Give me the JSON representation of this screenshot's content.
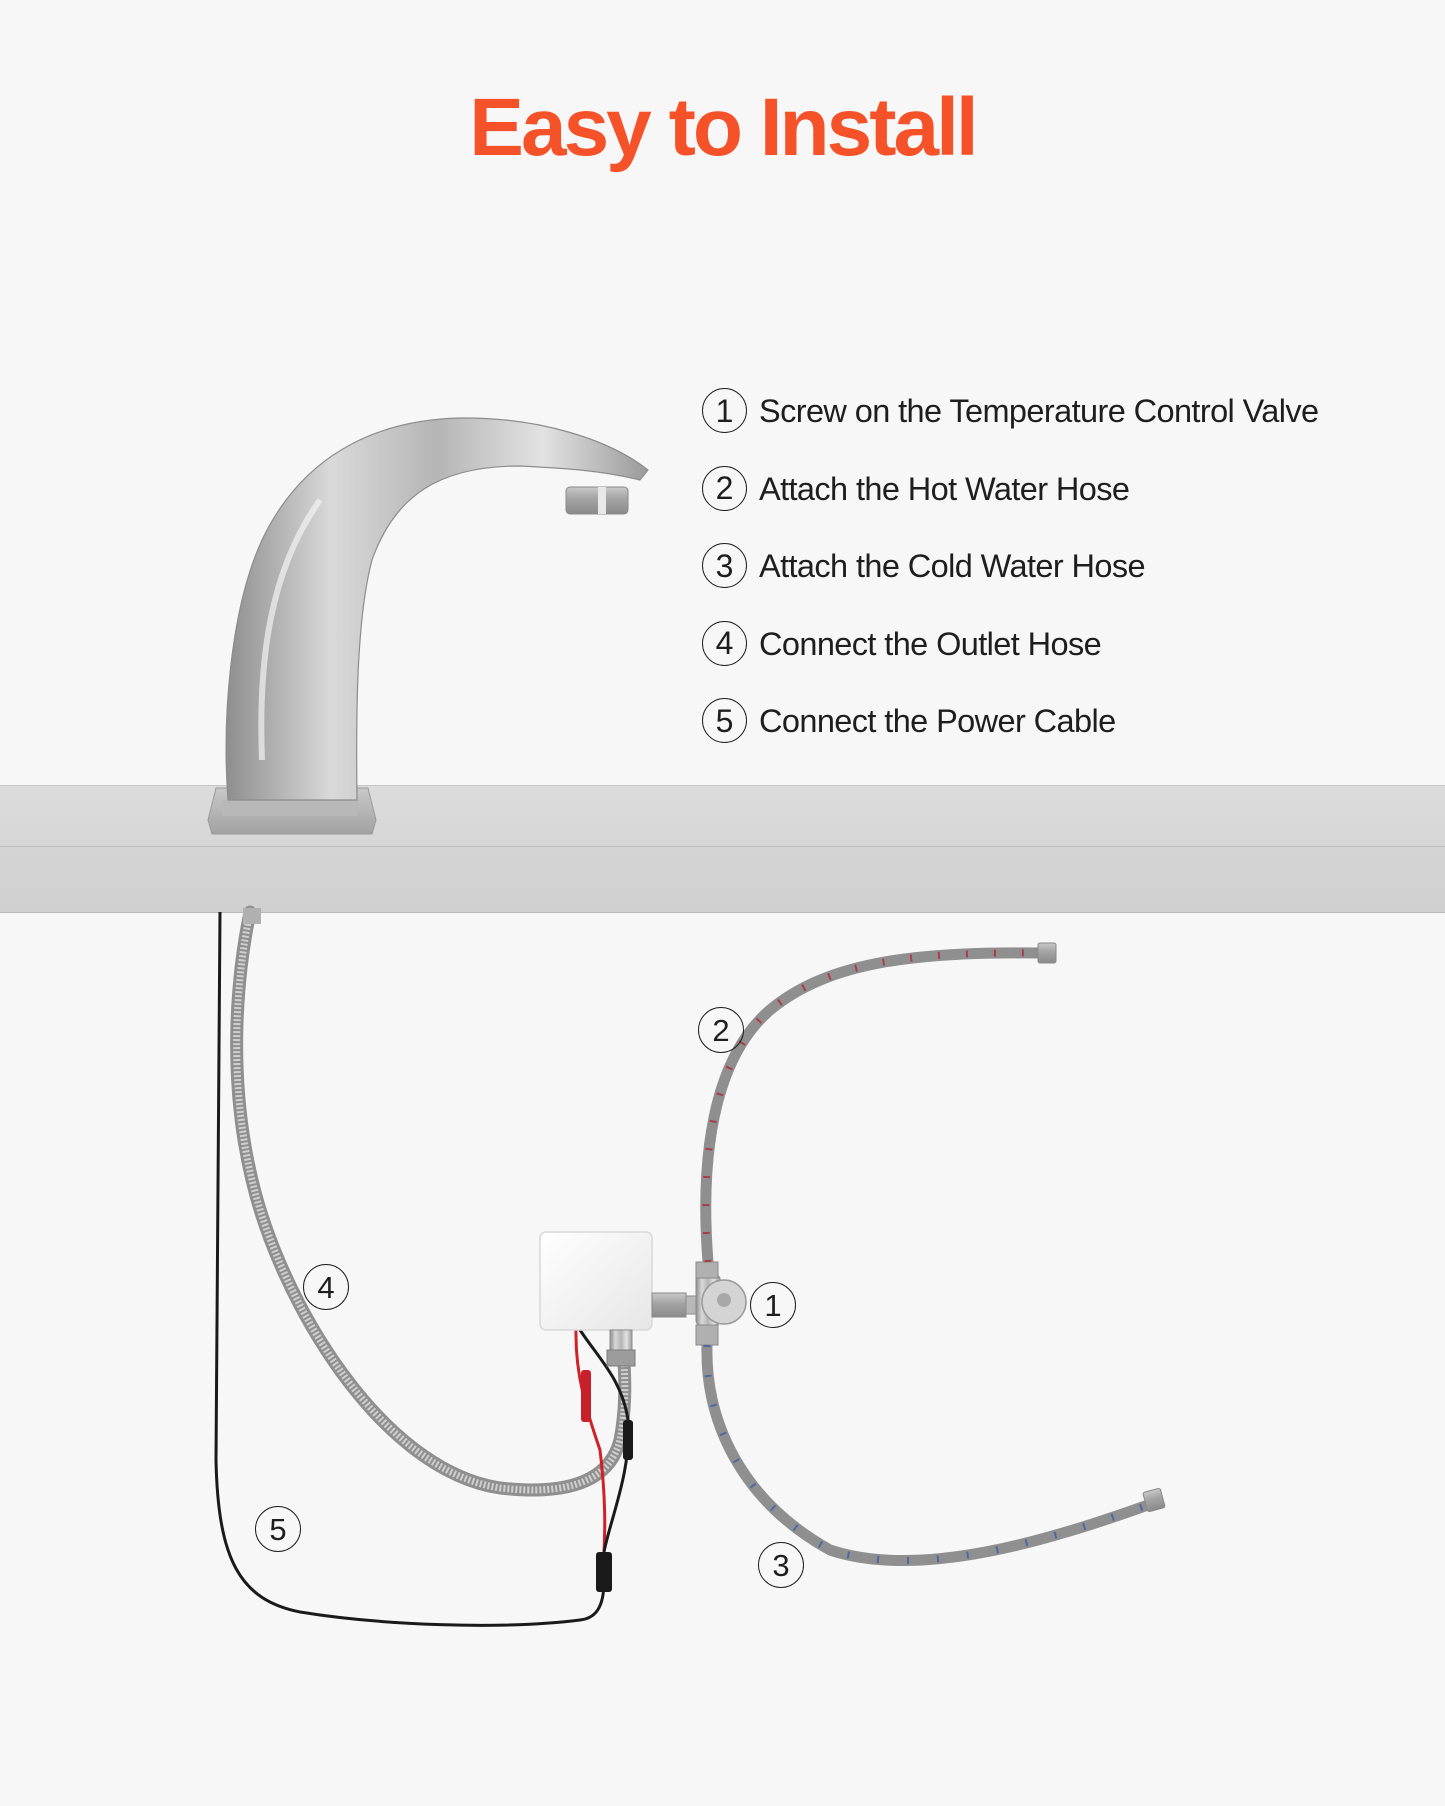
{
  "title": "Easy to Install",
  "colors": {
    "title": "#F5522A",
    "background": "#F7F7F7",
    "text": "#1E1E1E",
    "hot_hose_stripe": "#B0283A",
    "cold_hose_stripe": "#3C5FA8",
    "wire_red": "#D22027",
    "wire_black": "#1A1A1A"
  },
  "steps": [
    {
      "number": "1",
      "text": "Screw on the Temperature Control Valve"
    },
    {
      "number": "2",
      "text": "Attach the Hot Water Hose"
    },
    {
      "number": "3",
      "text": "Attach the Cold Water Hose"
    },
    {
      "number": "4",
      "text": "Connect the Outlet Hose"
    },
    {
      "number": "5",
      "text": "Connect the Power Cable"
    }
  ],
  "diagram_callouts": [
    {
      "number": "1",
      "target": "temperature-control-valve"
    },
    {
      "number": "2",
      "target": "hot-water-hose"
    },
    {
      "number": "3",
      "target": "cold-water-hose"
    },
    {
      "number": "4",
      "target": "outlet-hose"
    },
    {
      "number": "5",
      "target": "power-cable"
    }
  ],
  "icons": {
    "faucet": "sensor-faucet-icon",
    "control_box": "control-box-icon",
    "valve": "tee-valve-icon"
  }
}
